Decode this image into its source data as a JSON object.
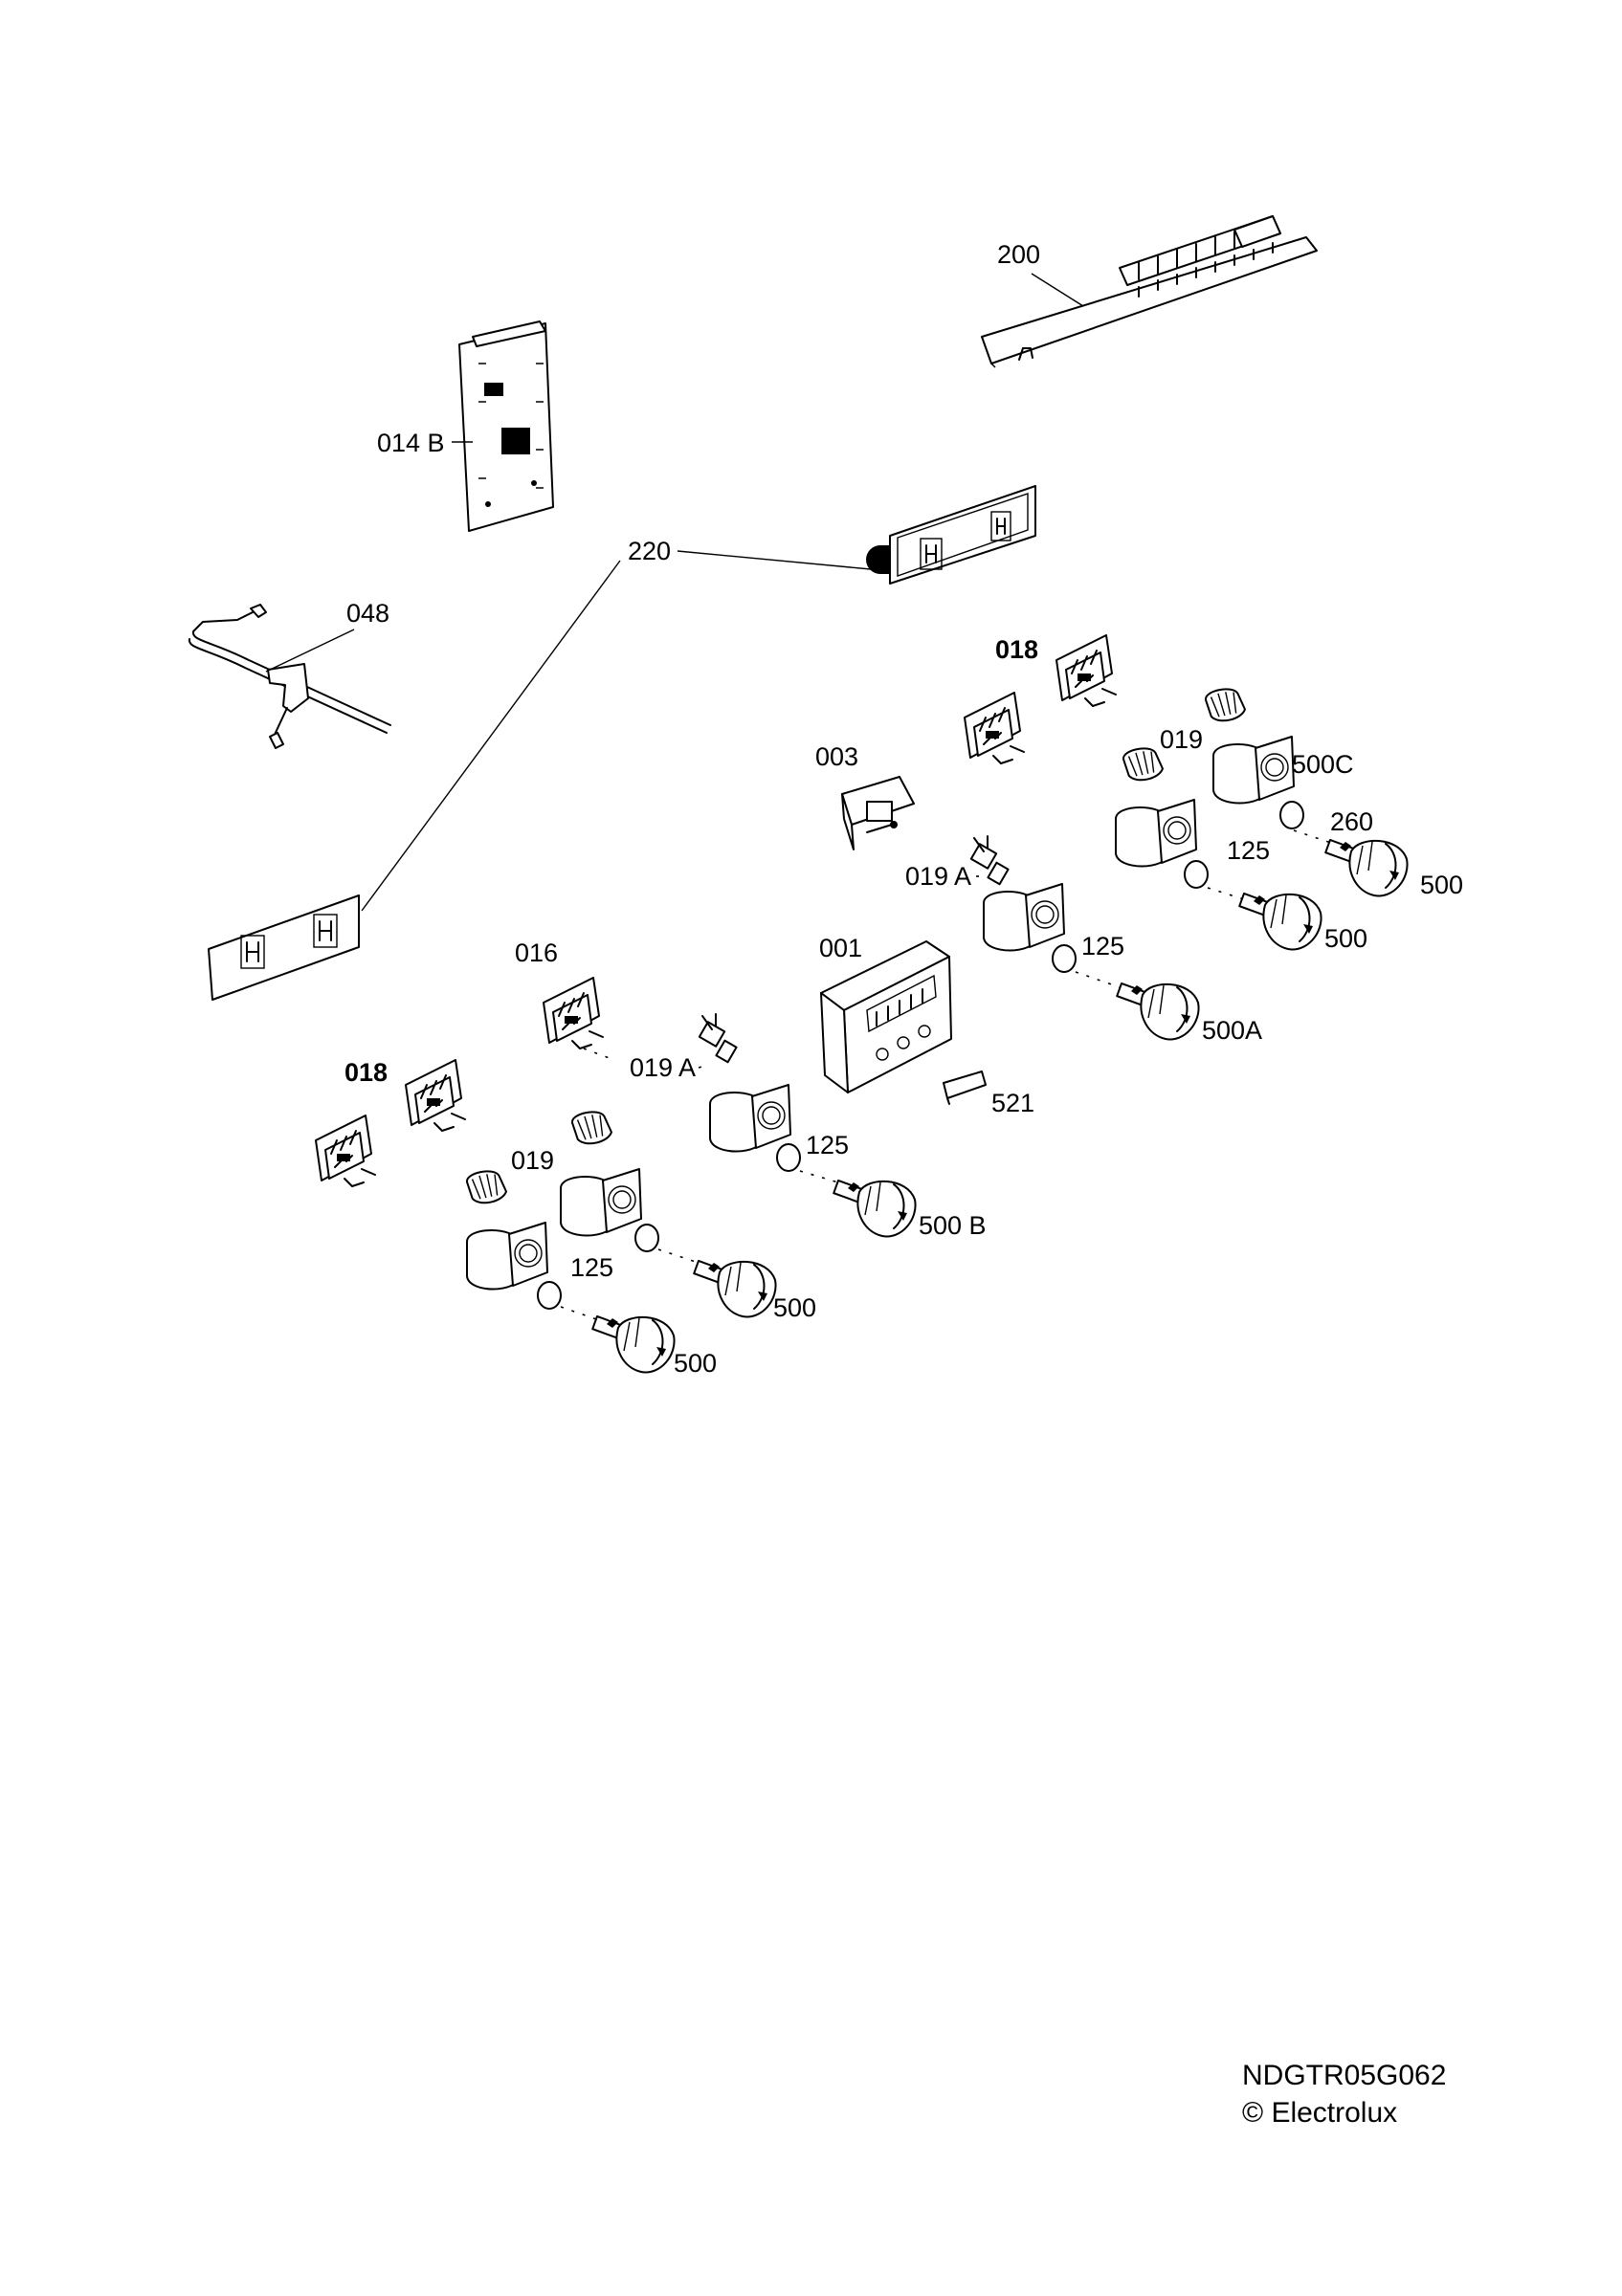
{
  "labels": {
    "p200": "200",
    "p014b": "014 B",
    "p220": "220",
    "p048": "048",
    "p018_upper": "018",
    "p003": "003",
    "p019_upper": "019",
    "p500c": "500C",
    "p260": "260",
    "p125_upper_right": "125",
    "p500_upper_right": "500",
    "p019a_upper": "019 A",
    "p500_upper_mid": "500",
    "p125_upper_mid": "125",
    "p001": "001",
    "p500a": "500A",
    "p016": "016",
    "p019a_lower": "019 A",
    "p521": "521",
    "p018_lower": "018",
    "p125_lower_mid": "125",
    "p019_lower": "019",
    "p500b": "500 B",
    "p125_lower_left": "125",
    "p500_lower_right": "500",
    "p500_lower_left": "500"
  },
  "footer": {
    "code": "NDGTR05G062",
    "copyright": "© Electrolux"
  }
}
